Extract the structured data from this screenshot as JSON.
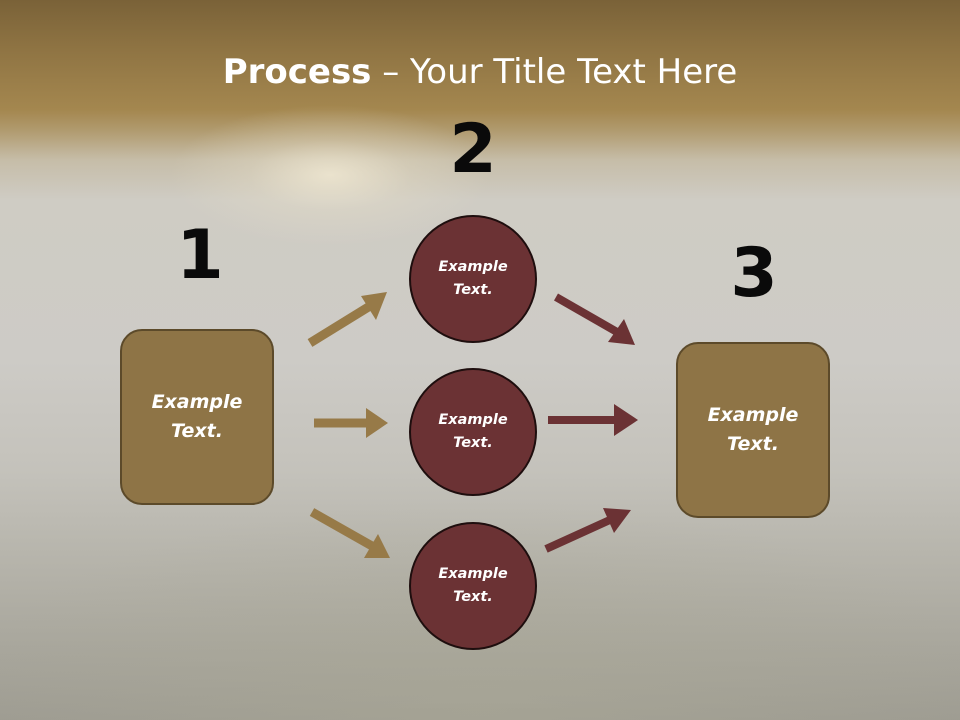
{
  "slide": {
    "title_bold": "Process",
    "title_rest": " – Your Title Text Here"
  },
  "steps": {
    "step1": {
      "number": "1",
      "box_text": "Example Text."
    },
    "step2": {
      "number": "2",
      "circles": [
        {
          "text": "Example Text."
        },
        {
          "text": "Example Text."
        },
        {
          "text": "Example Text."
        }
      ]
    },
    "step3": {
      "number": "3",
      "box_text": "Example Text."
    }
  },
  "colors": {
    "box_fill": "#8e7446",
    "circle_fill": "#6b3234",
    "arrow_tan": "#977a48",
    "arrow_maroon": "#6b3234",
    "number_text": "#0a0a0a",
    "title_text": "#ffffff"
  }
}
